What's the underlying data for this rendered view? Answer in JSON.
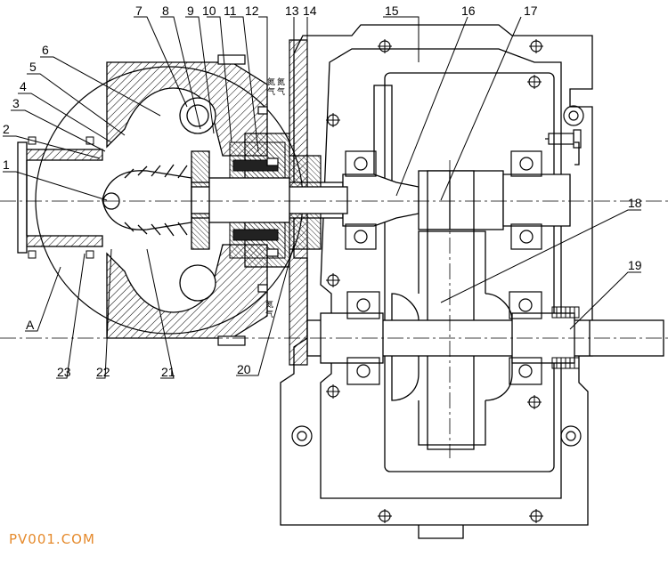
{
  "labels": {
    "n1": "1",
    "n2": "2",
    "n3": "3",
    "n4": "4",
    "n5": "5",
    "n6": "6",
    "n7": "7",
    "n8": "8",
    "n9": "9",
    "n10": "10",
    "n11": "11",
    "n12": "12",
    "n13": "13",
    "n14": "14",
    "n15": "15",
    "n16": "16",
    "n17": "17",
    "n18": "18",
    "n19": "19",
    "n20": "20",
    "n21": "21",
    "n22": "22",
    "n23": "23",
    "detail": "A"
  },
  "gas_notes": {
    "nitrogen_a": "氮",
    "gas_a": "气",
    "nitrogen_b": "氮",
    "gas_b": "气",
    "nitrogen_c": "氮",
    "gas_c": "气"
  },
  "watermark": "PV001.COM",
  "colors": {
    "line": "#000000",
    "hatch": "#000000",
    "watermark": "#e58a2c"
  }
}
